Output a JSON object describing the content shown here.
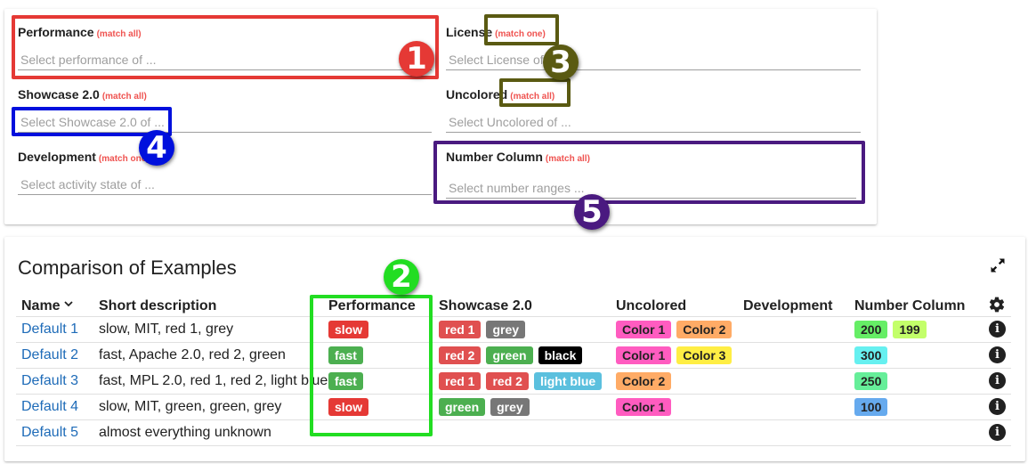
{
  "filters": [
    {
      "id": "performance",
      "label": "Performance",
      "match": "(match all)",
      "placeholder": "Select performance of ..."
    },
    {
      "id": "license",
      "label": "License",
      "match": "(match one)",
      "placeholder": "Select License of ..."
    },
    {
      "id": "showcase",
      "label": "Showcase 2.0",
      "match": "(match all)",
      "placeholder": "Select Showcase 2.0 of ..."
    },
    {
      "id": "uncolored",
      "label": "Uncolored",
      "match": "(match all)",
      "placeholder": "Select Uncolored of ..."
    },
    {
      "id": "development",
      "label": "Development",
      "match": "(match one)",
      "placeholder": "Select activity state of ..."
    },
    {
      "id": "number",
      "label": "Number Column",
      "match": "(match all)",
      "placeholder": "Select number ranges ..."
    }
  ],
  "annotations": {
    "colors": {
      "one": "#e53935",
      "two": "#22dd22",
      "three": "#5a5a12",
      "four": "#0010dd",
      "five": "#4a1a80"
    },
    "labels": {
      "one": "1",
      "two": "2",
      "three": "3",
      "four": "4",
      "five": "5"
    }
  },
  "table": {
    "title": "Comparison of Examples",
    "columns": [
      "Name",
      "Short description",
      "Performance",
      "Showcase 2.0",
      "Uncolored",
      "Development",
      "Number Column"
    ],
    "rows": [
      {
        "name": "Default 1",
        "desc": "slow, MIT, red 1, grey",
        "perf": [
          {
            "t": "slow",
            "c": "#e53935",
            "f": "#fff"
          }
        ],
        "showcase": [
          {
            "t": "red 1",
            "c": "#e05050",
            "f": "#fff"
          },
          {
            "t": "grey",
            "c": "#777777",
            "f": "#fff"
          }
        ],
        "uncolored": [
          {
            "t": "Color 1",
            "c": "#ff5cc0",
            "f": "#222"
          },
          {
            "t": "Color 2",
            "c": "#ffab66",
            "f": "#222"
          }
        ],
        "number": [
          {
            "t": "200",
            "c": "#66ee66",
            "f": "#222"
          },
          {
            "t": "199",
            "c": "#c3ff6a",
            "f": "#222"
          }
        ]
      },
      {
        "name": "Default 2",
        "desc": "fast, Apache 2.0, red 2, green",
        "perf": [
          {
            "t": "fast",
            "c": "#4caf50",
            "f": "#fff"
          }
        ],
        "showcase": [
          {
            "t": "red 2",
            "c": "#e05050",
            "f": "#fff"
          },
          {
            "t": "green",
            "c": "#4caf50",
            "f": "#fff"
          },
          {
            "t": "black",
            "c": "#000000",
            "f": "#fff"
          }
        ],
        "uncolored": [
          {
            "t": "Color 1",
            "c": "#ff5cc0",
            "f": "#222"
          },
          {
            "t": "Color 3",
            "c": "#ffee44",
            "f": "#222"
          }
        ],
        "number": [
          {
            "t": "300",
            "c": "#66f0f0",
            "f": "#222"
          }
        ]
      },
      {
        "name": "Default 3",
        "desc": "fast, MPL 2.0, red 1, red 2, light blue",
        "perf": [
          {
            "t": "fast",
            "c": "#4caf50",
            "f": "#fff"
          }
        ],
        "showcase": [
          {
            "t": "red 1",
            "c": "#e05050",
            "f": "#fff"
          },
          {
            "t": "red 2",
            "c": "#e05050",
            "f": "#fff"
          },
          {
            "t": "light blue",
            "c": "#5bc0de",
            "f": "#fff"
          }
        ],
        "uncolored": [
          {
            "t": "Color 2",
            "c": "#ffab66",
            "f": "#222"
          }
        ],
        "number": [
          {
            "t": "250",
            "c": "#66ee99",
            "f": "#222"
          }
        ]
      },
      {
        "name": "Default 4",
        "desc": "slow, MIT, green, green, grey",
        "perf": [
          {
            "t": "slow",
            "c": "#e53935",
            "f": "#fff"
          }
        ],
        "showcase": [
          {
            "t": "green",
            "c": "#4caf50",
            "f": "#fff"
          },
          {
            "t": "grey",
            "c": "#777777",
            "f": "#fff"
          }
        ],
        "uncolored": [
          {
            "t": "Color 1",
            "c": "#ff5cc0",
            "f": "#222"
          }
        ],
        "number": [
          {
            "t": "100",
            "c": "#66aaee",
            "f": "#222"
          }
        ]
      },
      {
        "name": "Default 5",
        "desc": "almost everything unknown",
        "perf": [],
        "showcase": [],
        "uncolored": [],
        "number": []
      }
    ]
  }
}
